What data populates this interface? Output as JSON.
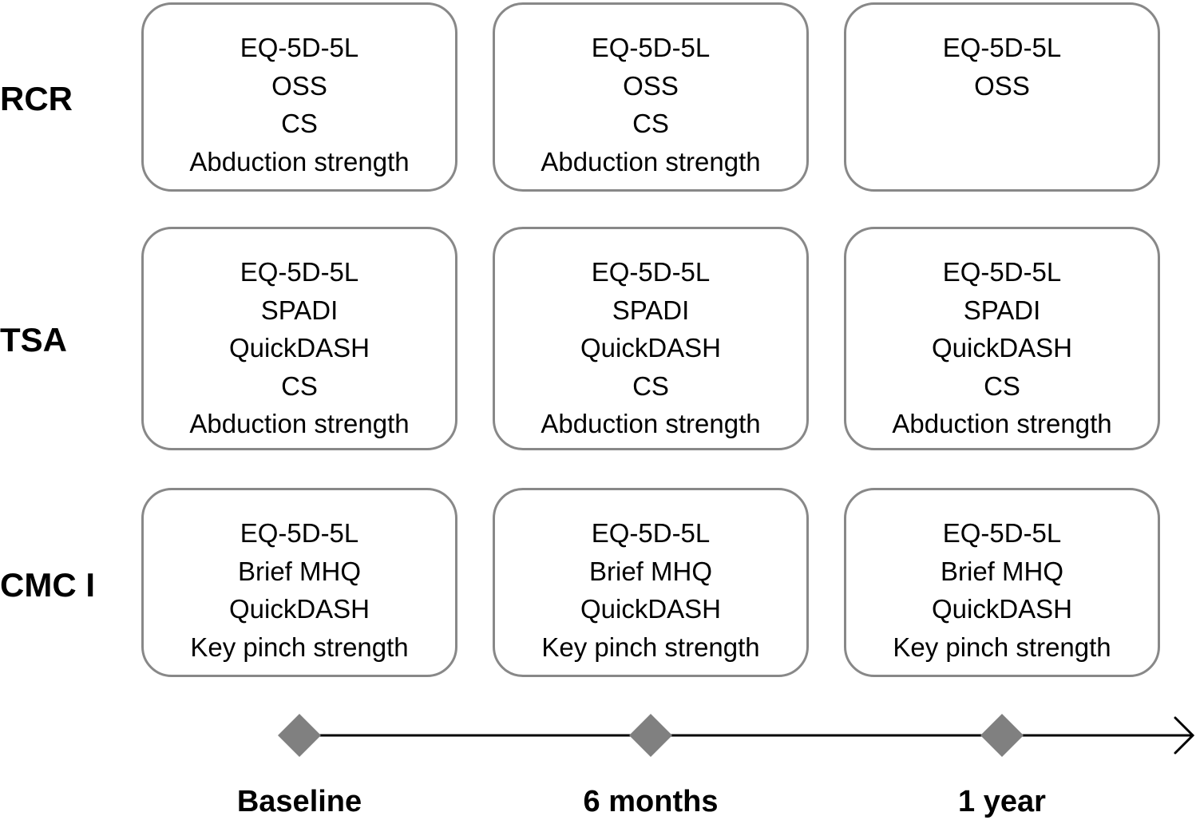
{
  "rows": [
    {
      "label": "RCR",
      "cells": [
        [
          "EQ-5D-5L",
          "OSS",
          "CS",
          "Abduction strength"
        ],
        [
          "EQ-5D-5L",
          "OSS",
          "CS",
          "Abduction strength"
        ],
        [
          "EQ-5D-5L",
          "OSS"
        ]
      ]
    },
    {
      "label": "TSA",
      "cells": [
        [
          "EQ-5D-5L",
          "SPADI",
          "QuickDASH",
          "CS",
          "Abduction strength"
        ],
        [
          "EQ-5D-5L",
          "SPADI",
          "QuickDASH",
          "CS",
          "Abduction strength"
        ],
        [
          "EQ-5D-5L",
          "SPADI",
          "QuickDASH",
          "CS",
          "Abduction strength"
        ]
      ]
    },
    {
      "label": "CMC I",
      "cells": [
        [
          "EQ-5D-5L",
          "Brief MHQ",
          "QuickDASH",
          "Key pinch strength"
        ],
        [
          "EQ-5D-5L",
          "Brief MHQ",
          "QuickDASH",
          "Key pinch strength"
        ],
        [
          "EQ-5D-5L",
          "Brief MHQ",
          "QuickDASH",
          "Key pinch strength"
        ]
      ]
    }
  ],
  "timepoints": [
    "Baseline",
    "6 months",
    "1 year"
  ],
  "colors": {
    "box_border": "#888888",
    "marker_fill": "#808080",
    "line": "#000000",
    "text": "#000000"
  }
}
